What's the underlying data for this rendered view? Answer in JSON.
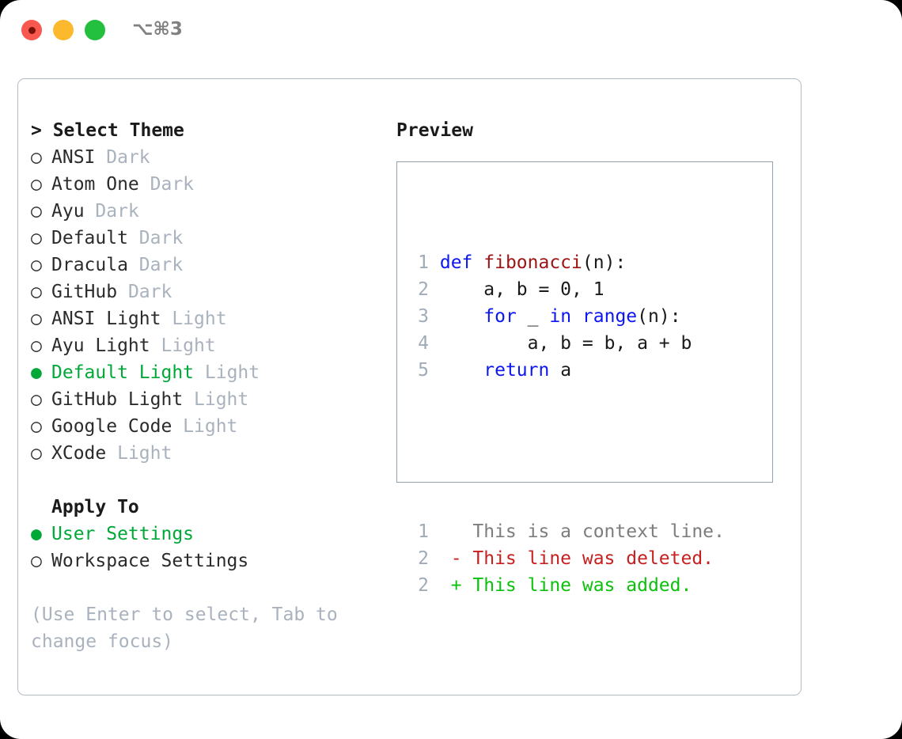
{
  "titlebar": {
    "shortcut": "⌥⌘3",
    "buttons": [
      {
        "name": "close",
        "color": "#f95850"
      },
      {
        "name": "minimize",
        "color": "#fdb92e"
      },
      {
        "name": "zoom",
        "color": "#22c03e"
      }
    ]
  },
  "theme_list": {
    "header": "> Select Theme",
    "items": [
      {
        "marker": "○",
        "name": "ANSI",
        "category": "Dark",
        "selected": false
      },
      {
        "marker": "○",
        "name": "Atom One",
        "category": "Dark",
        "selected": false
      },
      {
        "marker": "○",
        "name": "Ayu",
        "category": "Dark",
        "selected": false
      },
      {
        "marker": "○",
        "name": "Default",
        "category": "Dark",
        "selected": false
      },
      {
        "marker": "○",
        "name": "Dracula",
        "category": "Dark",
        "selected": false
      },
      {
        "marker": "○",
        "name": "GitHub",
        "category": "Dark",
        "selected": false
      },
      {
        "marker": "○",
        "name": "ANSI Light",
        "category": "Light",
        "selected": false
      },
      {
        "marker": "○",
        "name": "Ayu Light",
        "category": "Light",
        "selected": false
      },
      {
        "marker": "●",
        "name": "Default Light",
        "category": "Light",
        "selected": true
      },
      {
        "marker": "○",
        "name": "GitHub Light",
        "category": "Light",
        "selected": false
      },
      {
        "marker": "○",
        "name": "Google Code",
        "category": "Light",
        "selected": false
      },
      {
        "marker": "○",
        "name": "XCode",
        "category": "Light",
        "selected": false
      }
    ]
  },
  "apply_to": {
    "header": "Apply To",
    "items": [
      {
        "marker": "●",
        "name": "User Settings",
        "selected": true
      },
      {
        "marker": "○",
        "name": "Workspace Settings",
        "selected": false
      }
    ]
  },
  "hint": "(Use Enter to select, Tab to change focus)",
  "preview": {
    "title": "Preview",
    "code_lines": [
      {
        "num": "1",
        "tokens": [
          {
            "t": "def ",
            "c": "kw"
          },
          {
            "t": "fibonacci",
            "c": "fn"
          },
          {
            "t": "(n):",
            "c": "pl"
          }
        ]
      },
      {
        "num": "2",
        "tokens": [
          {
            "t": "    a, b = 0, 1",
            "c": "pl"
          }
        ]
      },
      {
        "num": "3",
        "tokens": [
          {
            "t": "    ",
            "c": "pl"
          },
          {
            "t": "for",
            "c": "kw"
          },
          {
            "t": " _ ",
            "c": "pl"
          },
          {
            "t": "in",
            "c": "kw"
          },
          {
            "t": " ",
            "c": "pl"
          },
          {
            "t": "range",
            "c": "kw"
          },
          {
            "t": "(n):",
            "c": "pl"
          }
        ]
      },
      {
        "num": "4",
        "tokens": [
          {
            "t": "        a, b = b, a + b",
            "c": "pl"
          }
        ]
      },
      {
        "num": "5",
        "tokens": [
          {
            "t": "    ",
            "c": "pl"
          },
          {
            "t": "return",
            "c": "kw"
          },
          {
            "t": " a",
            "c": "pl"
          }
        ]
      }
    ],
    "diff_lines": [
      {
        "num": "1",
        "sign": " ",
        "text": " This is a context line.",
        "kind": "ctx"
      },
      {
        "num": "2",
        "sign": "-",
        "text": " This line was deleted.",
        "kind": "del"
      },
      {
        "num": "2",
        "sign": "+",
        "text": " This line was added.",
        "kind": "add"
      }
    ]
  },
  "colors": {
    "accent_green": "#00a838",
    "diff_add": "#0cc10c",
    "diff_del": "#c62020",
    "keyword_blue": "#0b16f0",
    "function_red": "#9c1414",
    "muted": "#a9b2bd",
    "border": "#b4bcc8"
  }
}
